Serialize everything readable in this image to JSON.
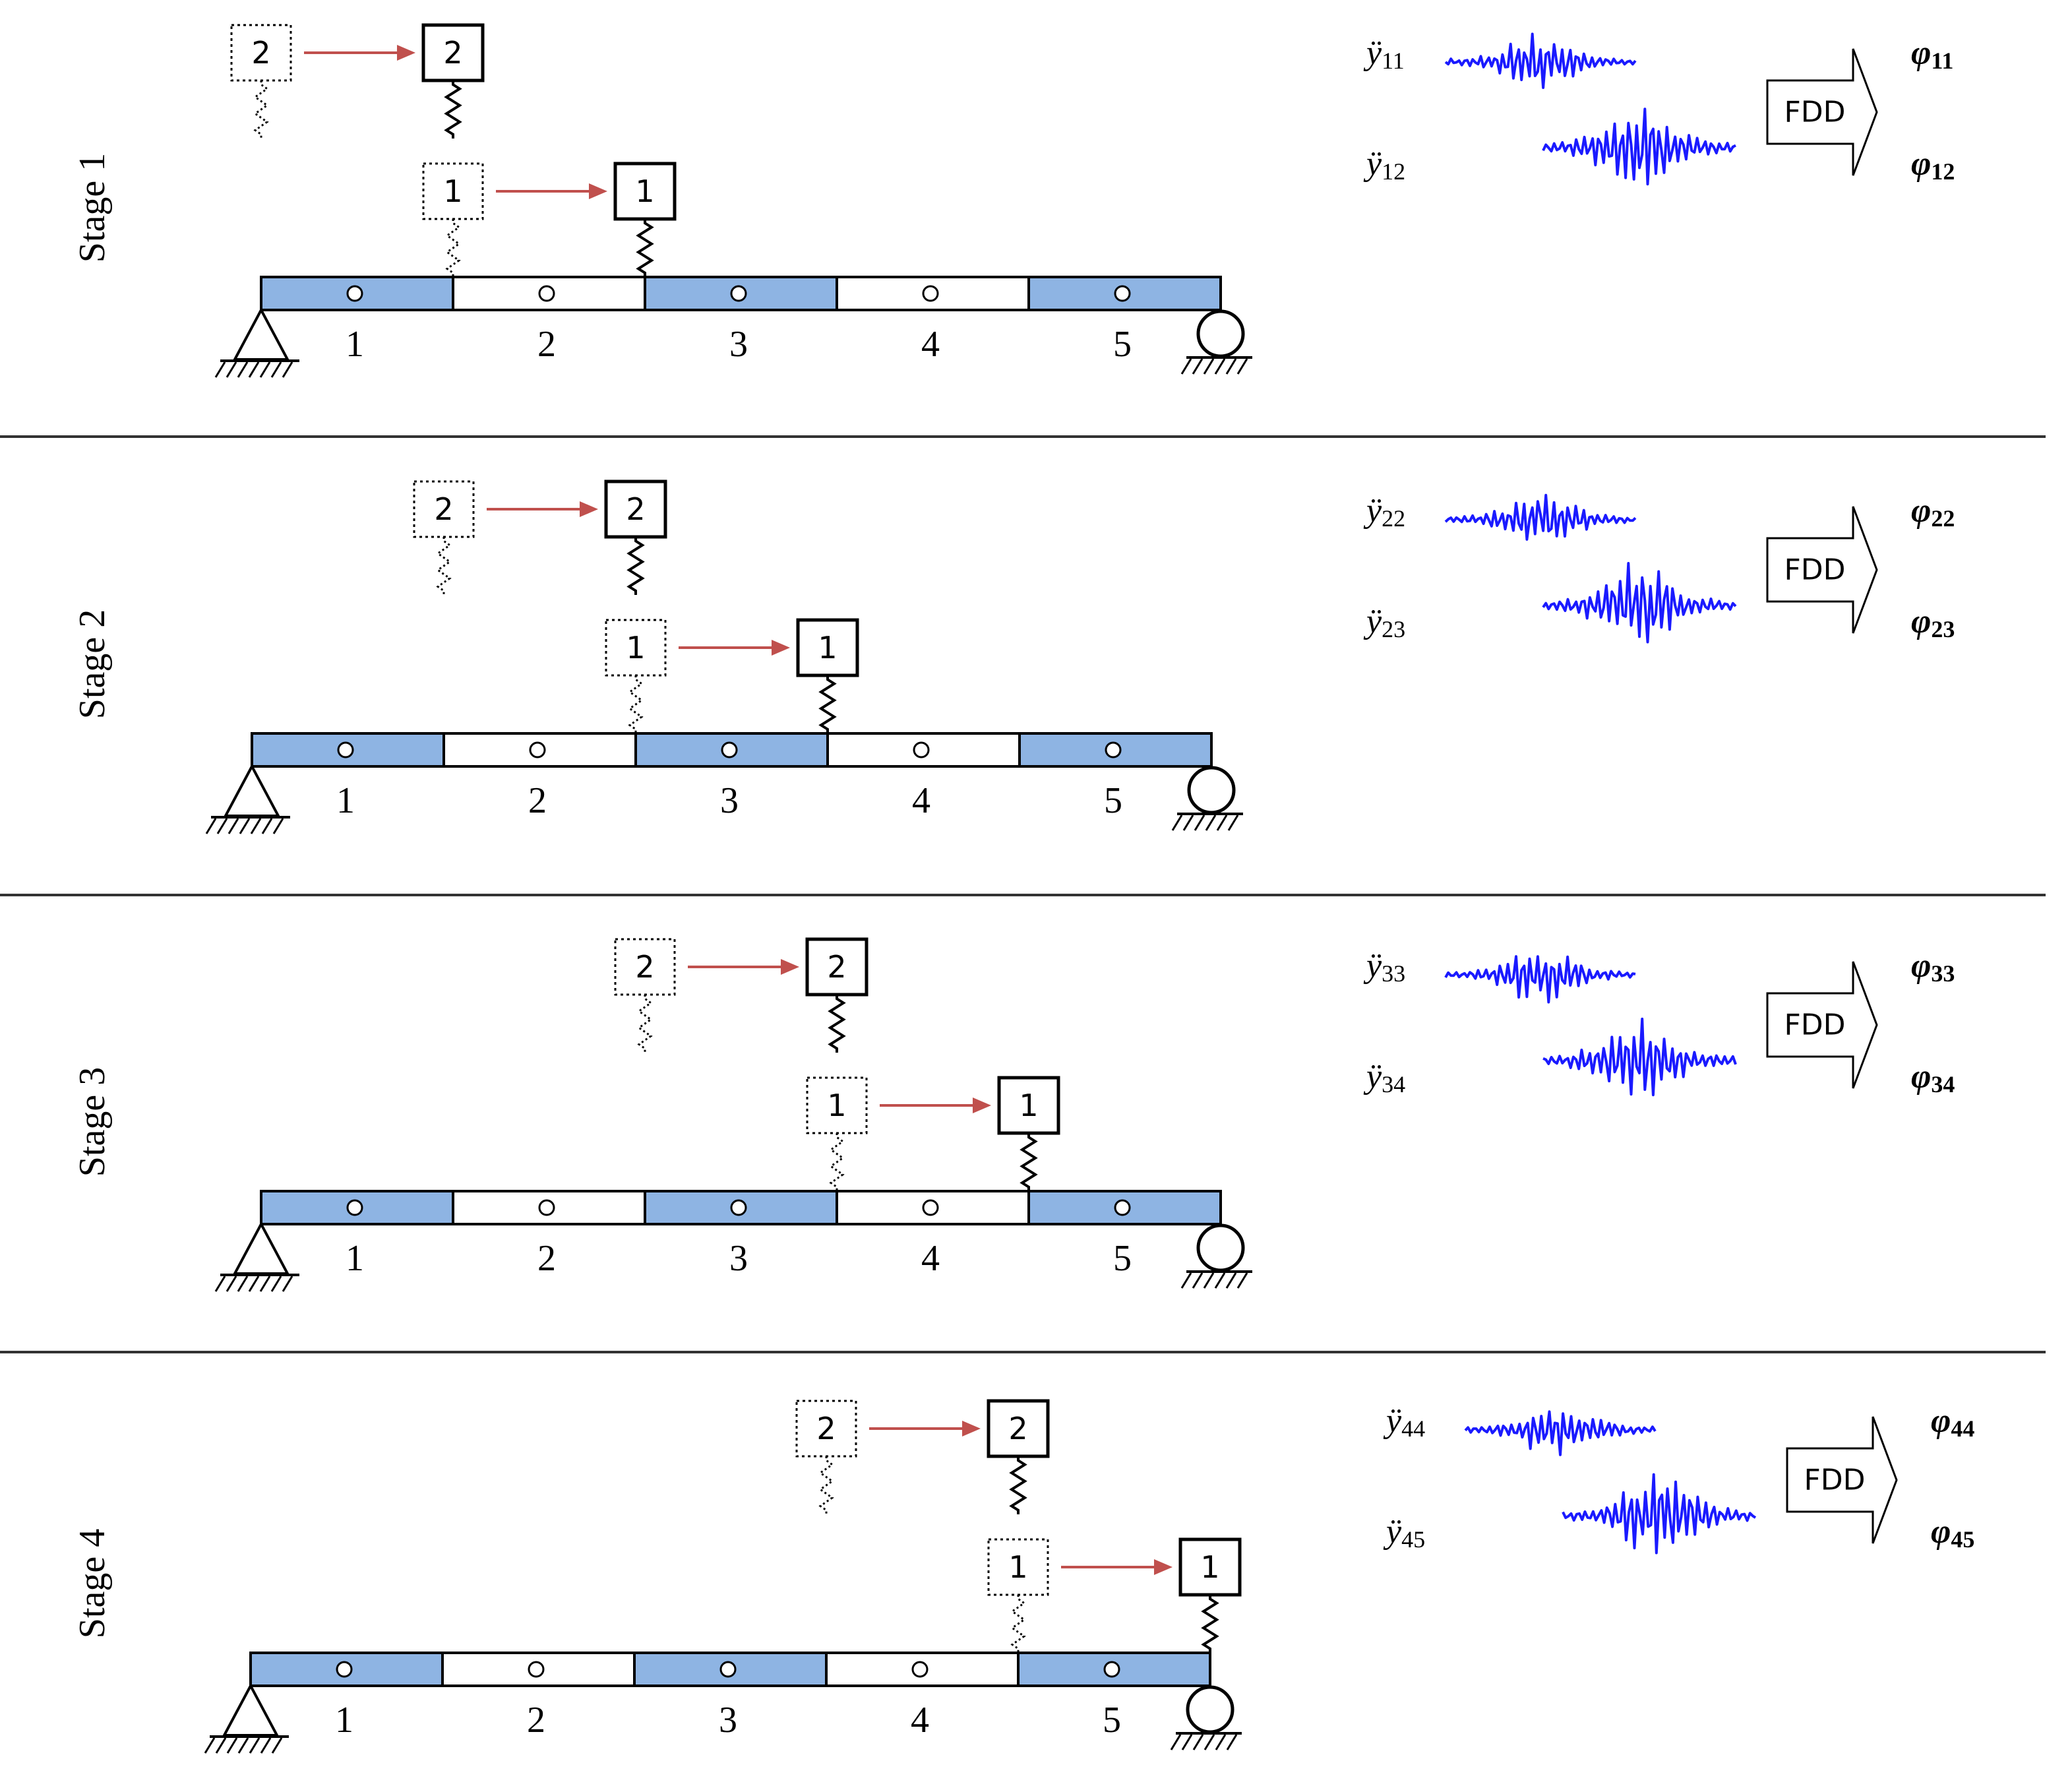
{
  "colors": {
    "beam_fill": "#8eb4e3",
    "beam_empty": "#ffffff",
    "stroke": "#000000",
    "arrow": "#c0504d",
    "signal": "#1a1aff",
    "divider": "#333333"
  },
  "beam_elements": [
    "1",
    "2",
    "3",
    "4",
    "5"
  ],
  "beam_shading": [
    true,
    false,
    true,
    false,
    true
  ],
  "tool_labels": [
    "FDD"
  ],
  "stages": [
    {
      "label": "Stage 1",
      "mass_labels": [
        "1",
        "2"
      ],
      "mass1_from_node": 1,
      "mass1_to_node": 2,
      "mass2_from_node": 0,
      "mass2_to_node": 1,
      "acc_labels": [
        {
          "base": "ÿ",
          "sub": "11"
        },
        {
          "base": "ÿ",
          "sub": "12"
        }
      ],
      "phi_labels": [
        {
          "base": "φ",
          "sub": "11"
        },
        {
          "base": "φ",
          "sub": "12"
        }
      ]
    },
    {
      "label": "Stage 2",
      "mass_labels": [
        "1",
        "2"
      ],
      "mass1_from_node": 2,
      "mass1_to_node": 3,
      "mass2_from_node": 1,
      "mass2_to_node": 2,
      "acc_labels": [
        {
          "base": "ÿ",
          "sub": "22"
        },
        {
          "base": "ÿ",
          "sub": "23"
        }
      ],
      "phi_labels": [
        {
          "base": "φ",
          "sub": "22"
        },
        {
          "base": "φ",
          "sub": "23"
        }
      ]
    },
    {
      "label": "Stage 3",
      "mass_labels": [
        "1",
        "2"
      ],
      "mass1_from_node": 3,
      "mass1_to_node": 4,
      "mass2_from_node": 2,
      "mass2_to_node": 3,
      "acc_labels": [
        {
          "base": "ÿ",
          "sub": "33"
        },
        {
          "base": "ÿ",
          "sub": "34"
        }
      ],
      "phi_labels": [
        {
          "base": "φ",
          "sub": "33"
        },
        {
          "base": "φ",
          "sub": "34"
        }
      ]
    },
    {
      "label": "Stage 4",
      "mass_labels": [
        "1",
        "2"
      ],
      "mass1_from_node": 4,
      "mass1_to_node": 5,
      "mass2_from_node": 3,
      "mass2_to_node": 4,
      "acc_labels": [
        {
          "base": "ÿ",
          "sub": "44"
        },
        {
          "base": "ÿ",
          "sub": "45"
        }
      ],
      "phi_labels": [
        {
          "base": "φ",
          "sub": "44"
        },
        {
          "base": "φ",
          "sub": "45"
        }
      ]
    }
  ]
}
